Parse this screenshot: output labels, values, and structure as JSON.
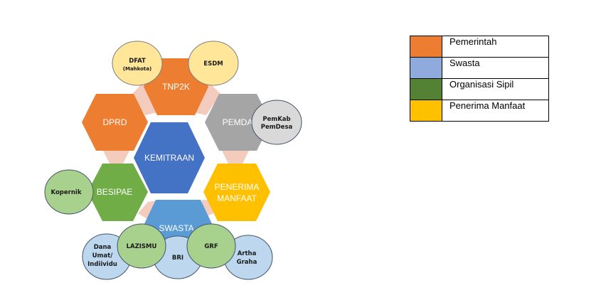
{
  "colors": {
    "pemerintah": "#ED7D31",
    "swasta": "#8FAADC",
    "organisasi_sipil": "#548235",
    "penerima_manfaat": "#FFC000",
    "center": "#4472C4",
    "pemda": "#A5A5A5",
    "besipae": "#70AD47",
    "swasta_hex": "#5B9BD5"
  },
  "diagram": {
    "center": "KEMITRAAN",
    "hexagons": {
      "tnp2k": "TNP2K",
      "dprd": "DPRD",
      "pemda": "PEMDA",
      "besipae": "BESIPAE",
      "penerima_line1": "PENERIMA",
      "penerima_line2": "MANFAAT",
      "swasta": "SWASTA"
    },
    "circles": {
      "dfat_line1": "DFAT",
      "dfat_line2": "(Mahkota)",
      "esdm": "ESDM",
      "pemkab_line1": "PemKab",
      "pemkab_line2": "PemDesa",
      "kopernik": "Kopernik",
      "dana_line1": "Dana",
      "dana_line2": "Umat/",
      "dana_line3": "Indiividu",
      "lazismu": "LAZISMU",
      "bri": "BRI",
      "grf": "GRF",
      "artha_line1": "Artha",
      "artha_line2": "Graha"
    }
  },
  "legend": {
    "items": [
      {
        "label": "Pemerintah",
        "color": "#ED7D31"
      },
      {
        "label": "Swasta",
        "color": "#8FAADC"
      },
      {
        "label": "Organisasi Sipil",
        "color": "#548235"
      },
      {
        "label": "Penerima Manfaat",
        "color": "#FFC000"
      }
    ]
  }
}
